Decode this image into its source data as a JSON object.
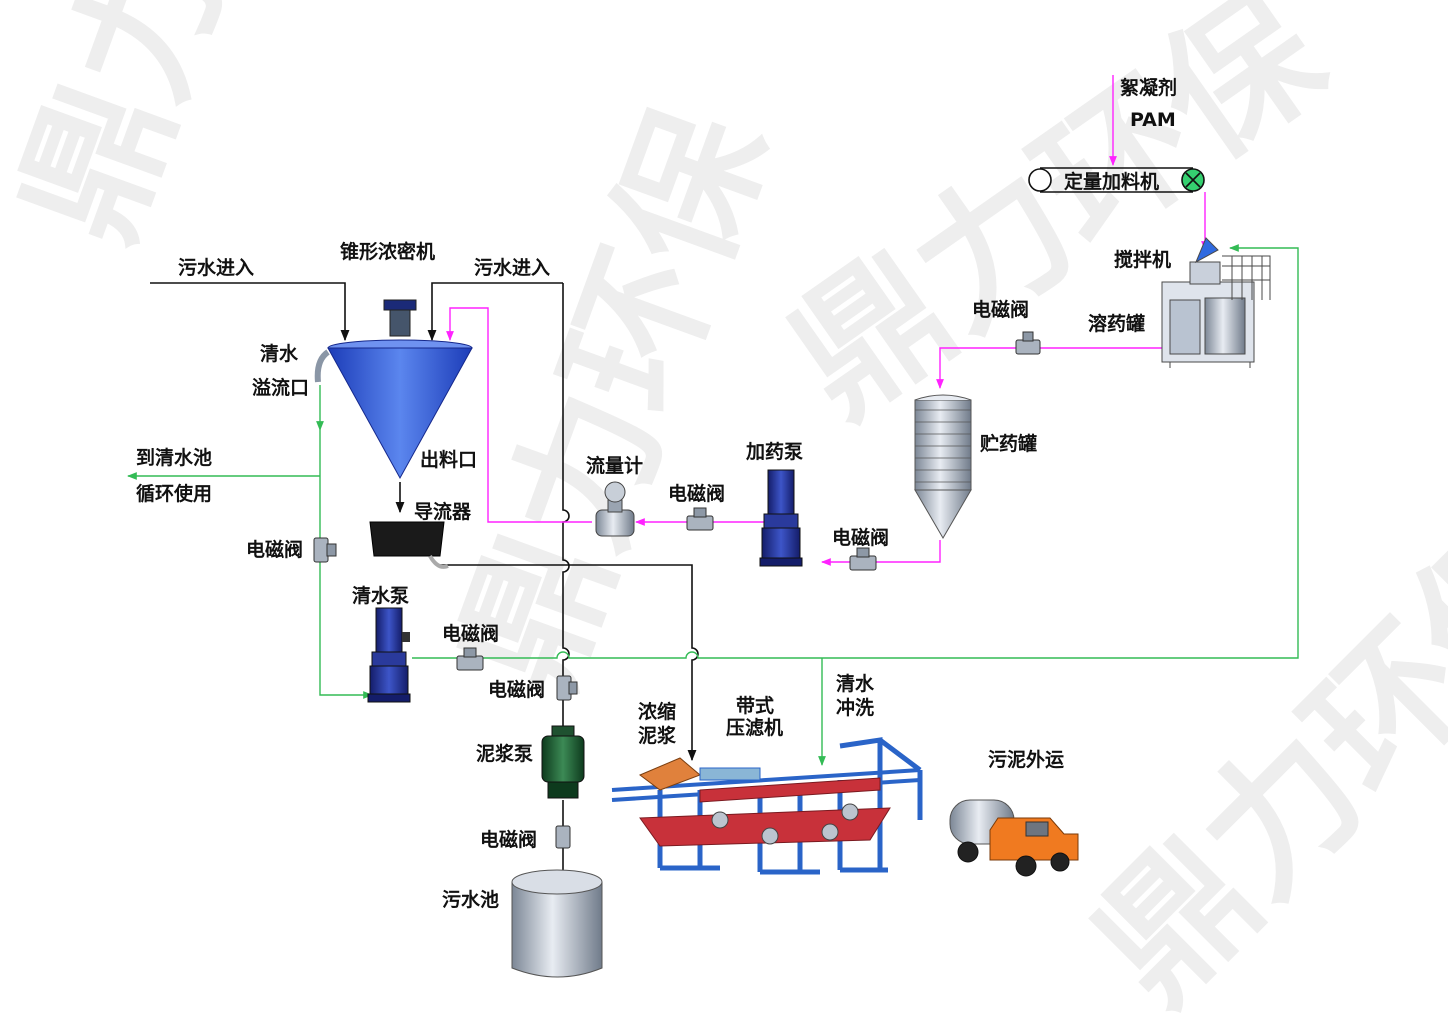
{
  "watermark": {
    "text_1": "鼎力环保",
    "text_2": "鼎力环保",
    "text_3": "鼎力环保",
    "text_4": "鼎力环保"
  },
  "labels": {
    "flocculant": "絮凝剂",
    "pam": "PAM",
    "dosing_feeder": "定量加料机",
    "mixer": "搅拌机",
    "dissolving_tank": "溶药罐",
    "valve_top": "电磁阀",
    "storage_tank": "贮药罐",
    "dosing_pump": "加药泵",
    "valve_dosing": "电磁阀",
    "valve_storage_outlet": "电磁阀",
    "flowmeter": "流量计",
    "thickener": "锥形浓密机",
    "sewage_in_left": "污水进入",
    "sewage_in_right": "污水进入",
    "overflow_1": "清水",
    "overflow_2": "溢流口",
    "to_clear_pool": "到清水池",
    "recycle_use": "循环使用",
    "outlet": "出料口",
    "deflector": "导流器",
    "valve_left": "电磁阀",
    "clear_pump": "清水泵",
    "valve_clear_pump": "电磁阀",
    "valve_slurry": "电磁阀",
    "slurry_pump": "泥浆泵",
    "valve_bottom": "电磁阀",
    "sewage_pool": "污水池",
    "thick_1": "浓缩",
    "thick_2": "泥浆",
    "press_1": "带式",
    "press_2": "压滤机",
    "wash_1": "清水",
    "wash_2": "冲洗",
    "sludge_out": "污泥外运"
  },
  "colors": {
    "sewage_line": "#111111",
    "chemical_line": "#ff22ff",
    "clear_water_line": "#33bb55",
    "thickener_blue": "#2f59d9",
    "pump_blue": "#1e2f9a",
    "steel_grey": "#9ea7b2",
    "press_frame": "#2a64c8",
    "press_belt": "#c8313a",
    "truck_orange": "#f07a20",
    "watermark": "#eeeeee"
  }
}
